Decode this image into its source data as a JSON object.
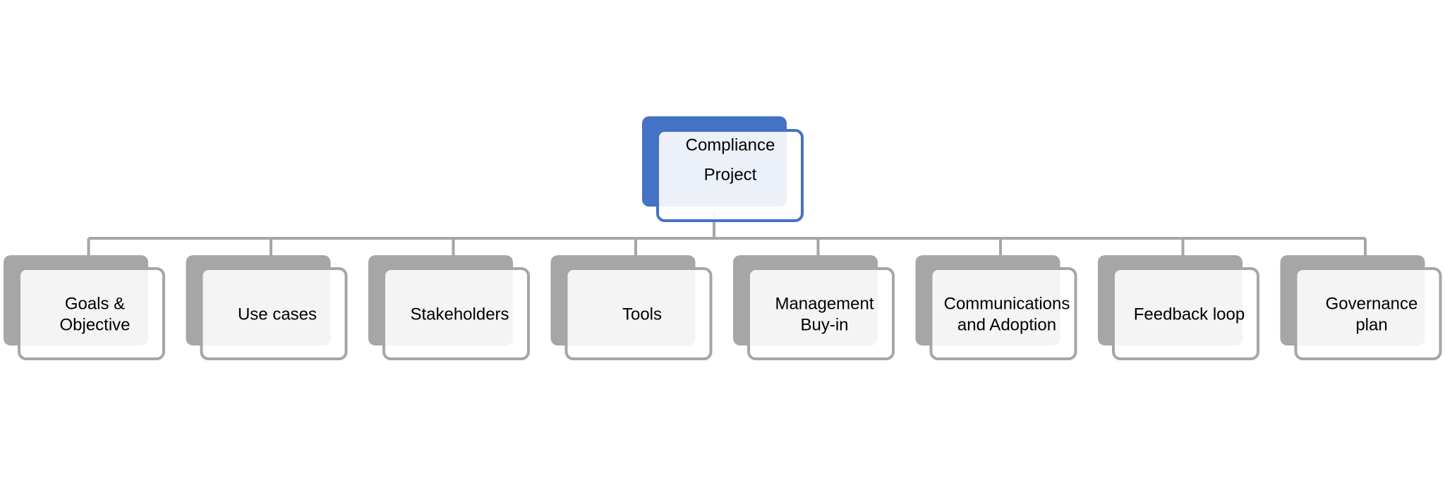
{
  "diagram": {
    "root": {
      "lines": [
        "Compliance",
        "Project"
      ]
    },
    "children": [
      {
        "id": "goals",
        "lines": [
          "Goals &",
          "Objective"
        ]
      },
      {
        "id": "use-cases",
        "lines": [
          "Use cases"
        ]
      },
      {
        "id": "stakeholders",
        "lines": [
          "Stakeholders"
        ]
      },
      {
        "id": "tools",
        "lines": [
          "Tools"
        ]
      },
      {
        "id": "management",
        "lines": [
          "Management",
          "Buy-in"
        ]
      },
      {
        "id": "communications",
        "lines": [
          "Communications",
          "and Adoption"
        ]
      },
      {
        "id": "feedback",
        "lines": [
          "Feedback loop"
        ]
      },
      {
        "id": "governance",
        "lines": [
          "Governance",
          "plan"
        ]
      }
    ]
  },
  "colors": {
    "root_accent": "#4472c4",
    "child_accent": "#a6a6a6",
    "text": "#000000"
  }
}
